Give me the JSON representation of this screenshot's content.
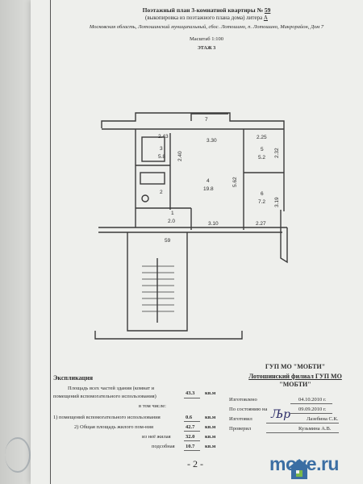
{
  "header": {
    "title": "Поэтажный план 3-комнатной квартиры № ",
    "apartment_no": "59",
    "subtitle": "(выкопировка из поэтажного плана дома) литера ",
    "litera": "А",
    "address": "Московская область, Лотошинский муниципальный, сбос. Лотошино, п. Лотошино, Микрорайон, Дом 7",
    "scale": "Масштаб 1:100",
    "floor": "ЭТАЖ 3"
  },
  "plan": {
    "rooms": [
      {
        "no": "1",
        "area": "2.0"
      },
      {
        "no": "2",
        "area": ""
      },
      {
        "no": "3",
        "area": "5.8"
      },
      {
        "no": "4",
        "area": "19.8"
      },
      {
        "no": "5",
        "area": "5.2"
      },
      {
        "no": "6",
        "area": "7.2"
      },
      {
        "no": "7",
        "area": ""
      }
    ],
    "dimensions": [
      "2.43",
      "3.30",
      "2.25",
      "2.40",
      "2.32",
      "5.62",
      "3.19",
      "3.10",
      "2.27",
      "59"
    ]
  },
  "org": {
    "name": "ГУП МО \"МОБТИ\"",
    "branch": "Лотошинский филиал ГУП МО",
    "short": "\"МОБТИ\""
  },
  "explication": {
    "title": "Экспликация",
    "total_label_1": "Площадь всех частей здания (комнат и",
    "total_label_2": "помещений вспомогательного использования)",
    "total_value": "43.3",
    "unit": "кв.м",
    "incl": "в том числе:",
    "aux_label": "1) помещений вспомогательного использования",
    "aux_value": "0.6",
    "common_label": "2) Общая площадь жилого пом-ния",
    "common_value": "42.7",
    "living_label": "из неё жилая",
    "living_value": "32.0",
    "utility_label": "подсобная",
    "utility_value": "10.7"
  },
  "info": {
    "made_label": "Изготовлено",
    "made_date": "04.10.2010 г.",
    "state_label": "По состоянию на",
    "state_date": "09.09.2010 г.",
    "maker_label": "Изготовил",
    "maker_name": "Лазебина С.К.",
    "checker_label": "Проверил",
    "checker_name": "Кузьмина А.В."
  },
  "page_number": "- 2 -",
  "watermark": "move.ru",
  "colors": {
    "logo_blue": "#3b6ea3",
    "logo_green": "#7bb84a"
  }
}
